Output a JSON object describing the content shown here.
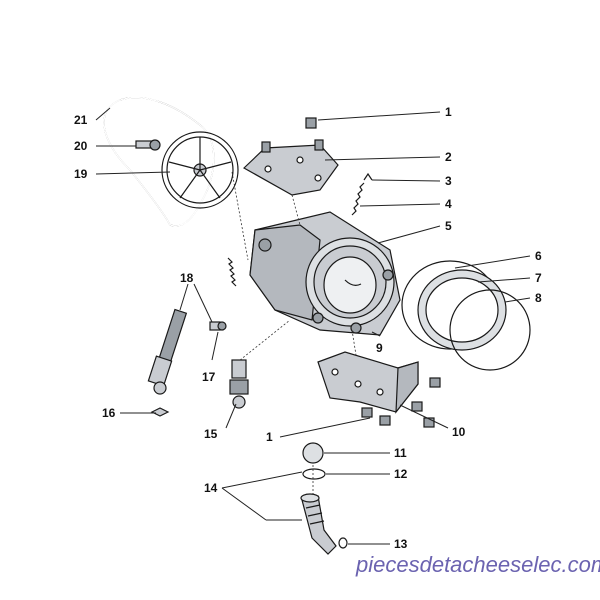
{
  "callouts": [
    {
      "id": "p1a",
      "label": "1"
    },
    {
      "id": "p2",
      "label": "2"
    },
    {
      "id": "p3",
      "label": "3"
    },
    {
      "id": "p4",
      "label": "4"
    },
    {
      "id": "p5",
      "label": "5"
    },
    {
      "id": "p6",
      "label": "6"
    },
    {
      "id": "p7",
      "label": "7"
    },
    {
      "id": "p8",
      "label": "8"
    },
    {
      "id": "p9",
      "label": "9"
    },
    {
      "id": "p10",
      "label": "10"
    },
    {
      "id": "p1b",
      "label": "1"
    },
    {
      "id": "p11",
      "label": "11"
    },
    {
      "id": "p12",
      "label": "12"
    },
    {
      "id": "p13",
      "label": "13"
    },
    {
      "id": "p14",
      "label": "14"
    },
    {
      "id": "p15",
      "label": "15"
    },
    {
      "id": "p16",
      "label": "16"
    },
    {
      "id": "p17",
      "label": "17"
    },
    {
      "id": "p18",
      "label": "18"
    },
    {
      "id": "p19",
      "label": "19"
    },
    {
      "id": "p20",
      "label": "20"
    },
    {
      "id": "p21",
      "label": "21"
    }
  ],
  "watermark": "piecesdetacheeselec.com",
  "colors": {
    "part_fill": "#c9ccd1",
    "part_dark": "#9aa0a6",
    "ink": "#1a1a1a",
    "watermark": "#6b63b0"
  }
}
